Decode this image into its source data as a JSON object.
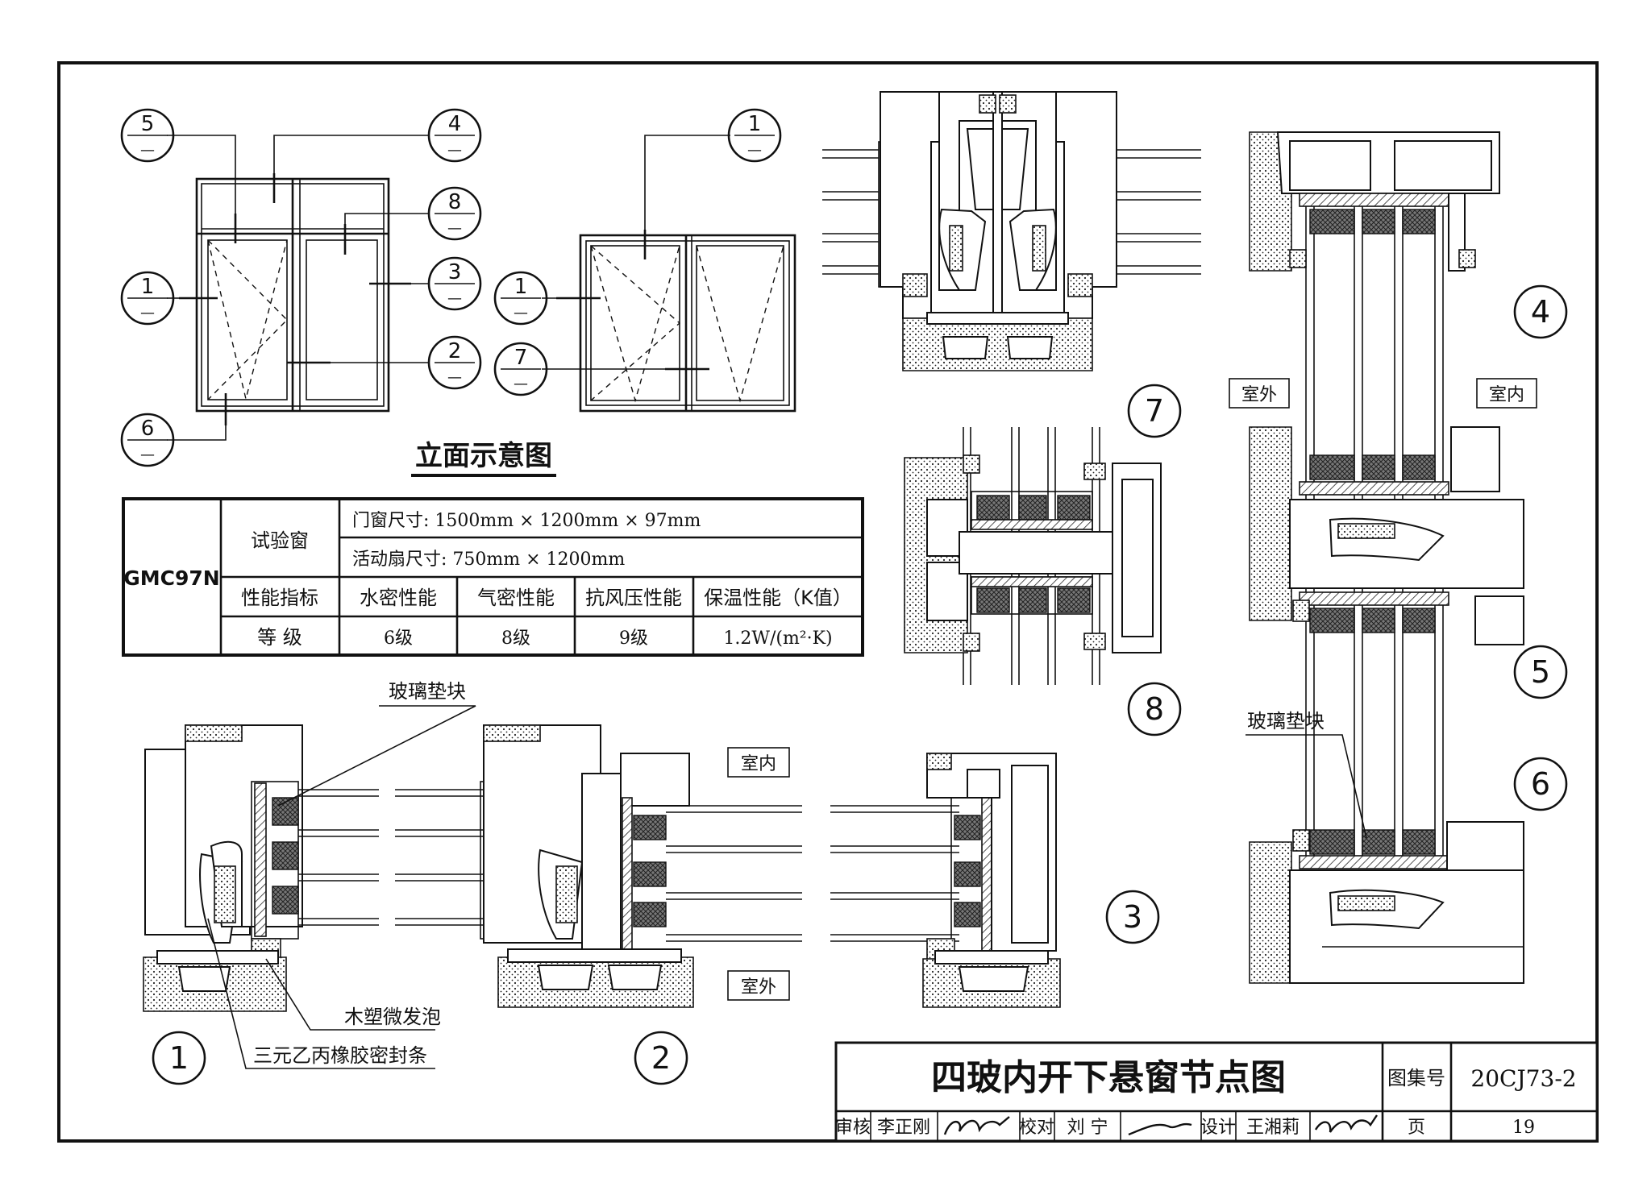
{
  "elevation": {
    "title": "立面示意图",
    "callouts": [
      {
        "num": "5",
        "sub": "—"
      },
      {
        "num": "4",
        "sub": "—"
      },
      {
        "num": "8",
        "sub": "—"
      },
      {
        "num": "1",
        "sub": "—"
      },
      {
        "num": "3",
        "sub": "—"
      },
      {
        "num": "2",
        "sub": "—"
      },
      {
        "num": "6",
        "sub": "—"
      },
      {
        "num": "1",
        "sub": "—"
      },
      {
        "num": "1",
        "sub": "—"
      },
      {
        "num": "7",
        "sub": "—"
      }
    ]
  },
  "spec_table": {
    "model": "GMC97N",
    "test_window_label": "试验窗",
    "window_size": "门窗尺寸: 1500mm × 1200mm × 97mm",
    "sash_size": "活动扇尺寸: 750mm × 1200mm",
    "perf_label": "性能指标",
    "grade_label": "等  级",
    "headers": [
      "水密性能",
      "气密性能",
      "抗风压性能",
      "保温性能（K值）"
    ],
    "grades": [
      "6级",
      "8级",
      "9级",
      "1.2W/(m²·K)"
    ]
  },
  "sections": {
    "labels": [
      "1",
      "2",
      "3",
      "4",
      "5",
      "6",
      "7",
      "8"
    ],
    "indoor": "室内",
    "outdoor": "室外",
    "glass_spacer_block": "玻璃垫块",
    "wpc_foam": "木塑微发泡",
    "epdm_seal": "三元乙丙橡胶密封条"
  },
  "title_block": {
    "title": "四玻内开下悬窗节点图",
    "atlas_label": "图集号",
    "atlas_no": "20CJ73-2",
    "review_label": "审核",
    "reviewer": "李正刚",
    "check_label": "校对",
    "checker": "刘  宁",
    "design_label": "设计",
    "designer": "王湘莉",
    "page_label": "页",
    "page_no": "19"
  }
}
